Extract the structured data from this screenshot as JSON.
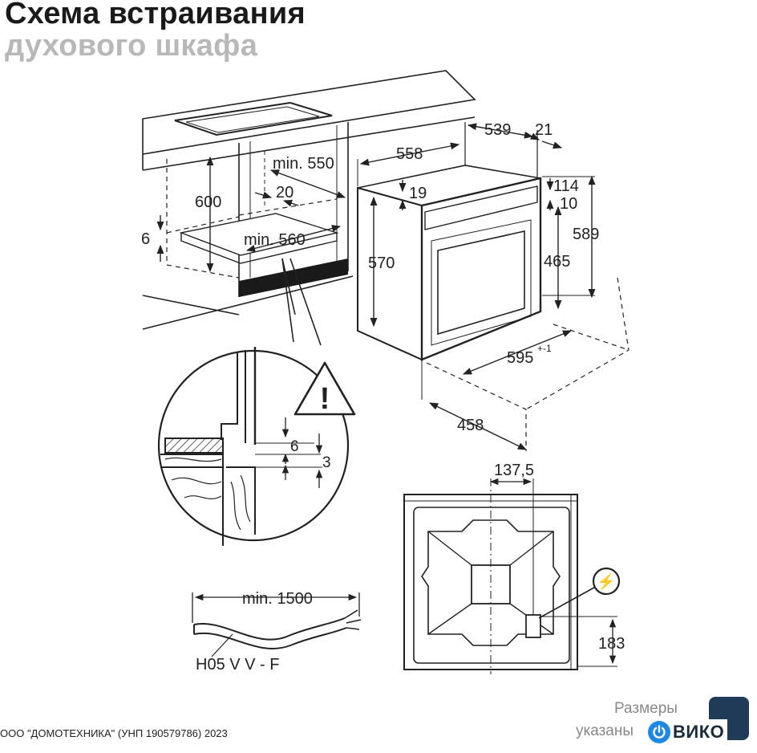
{
  "header": {
    "title_line1": "Схема встраивания",
    "title_line2": "духового шкафа"
  },
  "cabinet_dims": {
    "height_600": "600",
    "min_550": "min. 550",
    "gap_20": "20",
    "min_560": "min. 560",
    "gap_6": "6"
  },
  "oven_dims": {
    "width_558": "558",
    "depth_539": "539",
    "d_21": "21",
    "d_19": "19",
    "d_114": "114",
    "d_10": "10",
    "height_589": "589",
    "height_570": "570",
    "height_465": "465",
    "width_595": "595",
    "tolerance": "+-1",
    "depth_458": "458"
  },
  "detail": {
    "d_6": "6",
    "d_3": "3",
    "warning_symbol": "!"
  },
  "back_view": {
    "offset_137_5": "137,5",
    "height_183": "183",
    "plug_symbol": "⚡"
  },
  "cable": {
    "length": "min. 1500",
    "type": "H05 V V - F"
  },
  "footer": {
    "copyright": "ООО \"ДОМОТЕХНИКА\" (УНП 190579786) 2023",
    "note_line1": "Размеры",
    "note_line2": "указаны",
    "brand_name": "ВИКО"
  },
  "colors": {
    "line": "#222222",
    "title_gray": "#b8b8b8",
    "brand_blue": "#1e88e5",
    "badge_navy": "#1f3b57"
  },
  "icons": [
    "warning-triangle-icon",
    "plug-icon",
    "power-icon"
  ]
}
